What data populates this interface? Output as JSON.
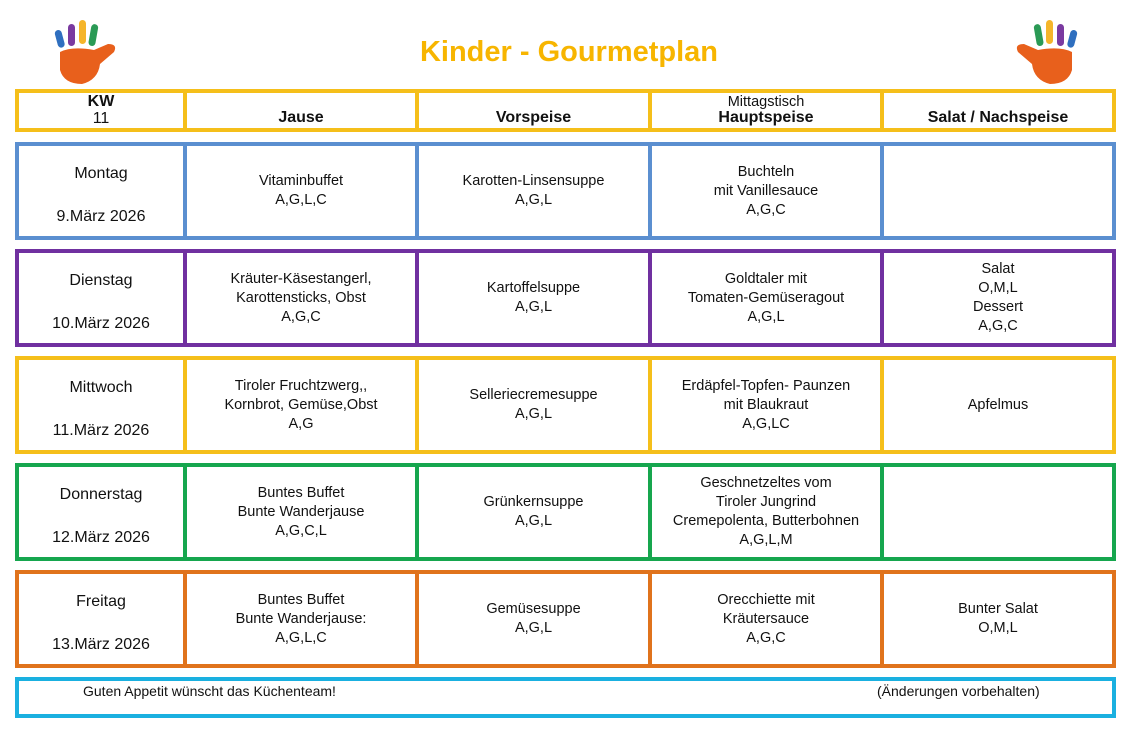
{
  "title": "Kinder - Gourmetplan",
  "header": {
    "kw_label": "KW",
    "kw_value": "11",
    "jause": "Jause",
    "mittagstisch": "Mittagstisch",
    "vorspeise": "Vorspeise",
    "hauptspeise": "Hauptspeise",
    "salat": "Salat / Nachspeise"
  },
  "colors": {
    "title": "#f7b500",
    "header": "#f5bf1a",
    "rows": [
      "#5b8fd0",
      "#7030a0",
      "#f5bf1a",
      "#16a64e",
      "#e0731c"
    ],
    "footer": "#1ab0e0"
  },
  "days": [
    {
      "day": "Montag",
      "date": "9.März 2026",
      "jause": "Vitaminbuffet\nA,G,L,C",
      "vorspeise": "Karotten-Linsensuppe\nA,G,L",
      "hauptspeise": "Buchteln\nmit Vanillesauce\nA,G,C",
      "salat": ""
    },
    {
      "day": "Dienstag",
      "date": "10.März 2026",
      "jause": "Kräuter-Käsestangerl,\nKarottensticks, Obst\nA,G,C",
      "vorspeise": "Kartoffelsuppe\nA,G,L",
      "hauptspeise": "Goldtaler mit\nTomaten-Gemüseragout\nA,G,L",
      "salat": "Salat\nO,M,L\nDessert\nA,G,C"
    },
    {
      "day": "Mittwoch",
      "date": "11.März 2026",
      "jause": "Tiroler Fruchtzwerg,,\nKornbrot, Gemüse,Obst\nA,G",
      "vorspeise": "Selleriecremesuppe\nA,G,L",
      "hauptspeise": "Erdäpfel-Topfen- Paunzen\nmit Blaukraut\nA,G,LC",
      "salat": "Apfelmus"
    },
    {
      "day": "Donnerstag",
      "date": "12.März 2026",
      "jause": "Buntes Buffet\nBunte Wanderjause\nA,G,C,L",
      "vorspeise": "Grünkernsuppe\nA,G,L",
      "hauptspeise": "Geschnetzeltes vom\nTiroler Jungrind\nCremepolenta, Butterbohnen\nA,G,L,M",
      "salat": ""
    },
    {
      "day": "Freitag",
      "date": "13.März 2026",
      "jause": "Buntes Buffet\nBunte Wanderjause:\nA,G,L,C",
      "vorspeise": "Gemüsesuppe\nA,G,L",
      "hauptspeise": "Orecchiette mit\nKräutersauce\nA,G,C",
      "salat": "Bunter Salat\nO,M,L"
    }
  ],
  "footer": {
    "left": "Guten Appetit wünscht das Küchenteam!",
    "right": "(Änderungen vorbehalten)"
  }
}
